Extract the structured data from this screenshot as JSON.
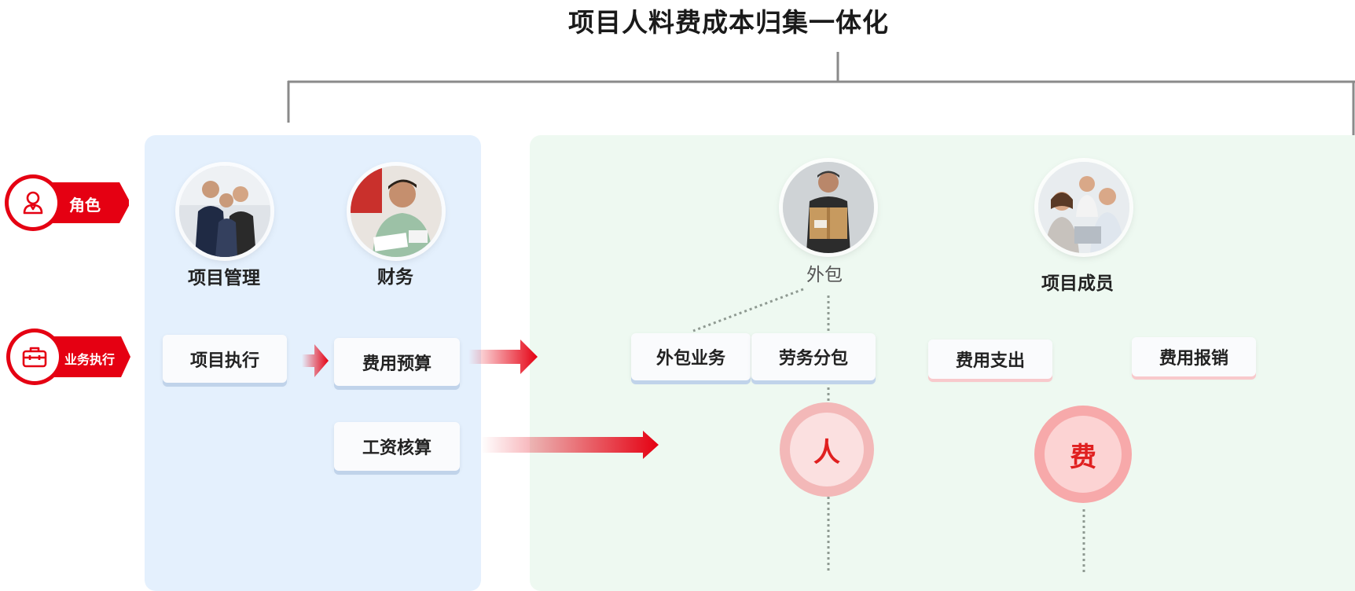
{
  "title": "项目人料费成本归集一体化",
  "side_tags": [
    {
      "label": "角色",
      "icon": "person-icon"
    },
    {
      "label": "业务执行",
      "icon": "briefcase-icon"
    }
  ],
  "roles": {
    "project_management": "项目管理",
    "finance": "财务",
    "outsourcing": "外包",
    "project_members": "项目成员"
  },
  "tasks": {
    "project_execution": "项目执行",
    "expense_budget": "费用预算",
    "payroll_accounting": "工资核算",
    "outsourcing_business": "外包业务",
    "labor_subcontracting": "劳务分包",
    "expense_spending": "费用支出",
    "expense_reimbursement": "费用报销"
  },
  "hubs": {
    "people": "人",
    "fees": "费"
  },
  "colors": {
    "accent_red": "#e50012",
    "panel_blue": "#e4f0fd",
    "panel_green": "#eef9f1",
    "connector_grey": "#8a8a8a"
  }
}
